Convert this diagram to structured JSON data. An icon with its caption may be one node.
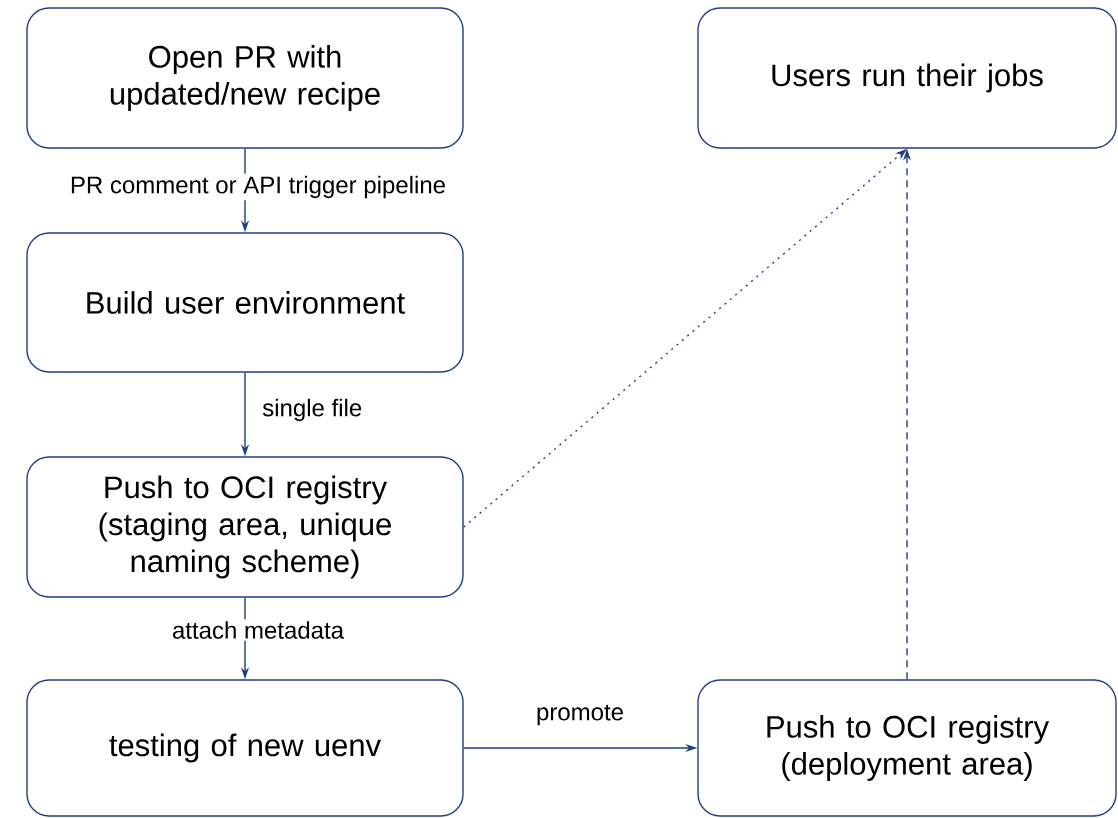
{
  "diagram": {
    "nodes": [
      {
        "text": [
          "Open PR with updated/new recipe"
        ]
      },
      {
        "text": [
          "Users run their jobs"
        ]
      },
      {
        "text": [
          "Build user environment"
        ]
      },
      {
        "text": [
          "Push to OCI registry (staging area, unique naming scheme)"
        ]
      },
      {
        "text": [
          "testing of new uenv"
        ]
      },
      {
        "text": [
          "Push to OCI registry (deployment area)"
        ]
      }
    ],
    "edges": [
      {
        "from": 0,
        "to": 2,
        "arrow": "to",
        "label": "PR comment or API trigger pipeline"
      },
      {
        "from": 2,
        "to": 3,
        "arrow": "to",
        "label": "single file"
      },
      {
        "from": 3,
        "to": 4,
        "arrow": "to",
        "label": "attach metadata"
      },
      {
        "from": 4,
        "to": 5,
        "arrow": "to",
        "label": "promote"
      },
      {
        "from": 3,
        "to": 1,
        "arrow": "to",
        "style": "dashed"
      },
      {
        "from": 5,
        "to": 1,
        "arrow": "to",
        "style": "dashed"
      }
    ]
  }
}
